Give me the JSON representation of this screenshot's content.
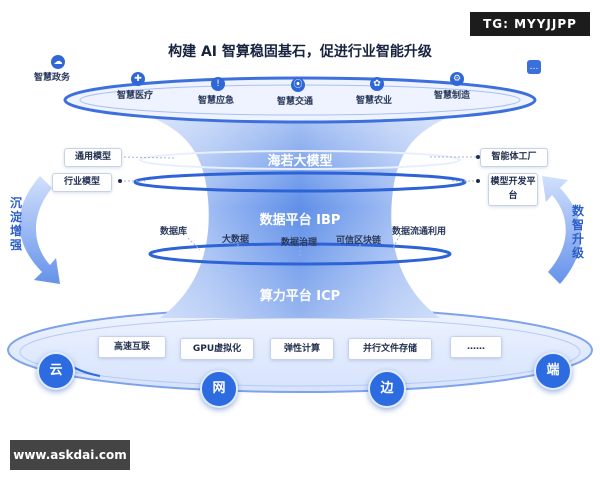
{
  "watermark": "TG: MYYJJPP",
  "title": "构建 AI 智算稳固基石，促进行业智能升级",
  "top_ring_items": [
    {
      "label": "智慧政务",
      "icon": "cloud-icon"
    },
    {
      "label": "智慧医疗",
      "icon": "medical-kit-icon"
    },
    {
      "label": "智慧应急",
      "icon": "alert-icon"
    },
    {
      "label": "智慧交通",
      "icon": "traffic-light-icon"
    },
    {
      "label": "智慧农业",
      "icon": "agriculture-icon"
    },
    {
      "label": "智慧制造",
      "icon": "gear-icon"
    },
    {
      "label": "",
      "icon": "more-icon"
    }
  ],
  "model_layer": {
    "name": "海若大模型",
    "left_items": [
      "通用模型",
      "行业模型"
    ],
    "right_items": [
      "智能体工厂",
      "模型开发平台"
    ]
  },
  "data_layer": {
    "name": "数据平台 IBP",
    "items": [
      "数据库",
      "大数据",
      "数据治理",
      "可信区块链",
      "数据流通利用"
    ]
  },
  "compute_layer": {
    "name": "算力平台 ICP",
    "items": [
      "高速互联",
      "GPU虚拟化",
      "弹性计算",
      "并行文件存储",
      "……"
    ]
  },
  "side_left": "沉淀增强",
  "side_right": "数智升级",
  "edge_nodes": [
    "云",
    "网",
    "边",
    "端"
  ],
  "footer_url": "www.askdai.com",
  "colors": {
    "primary": "#2d6be0",
    "funnel_light": "#c7d8fb",
    "funnel_dark": "#3a6fde"
  }
}
